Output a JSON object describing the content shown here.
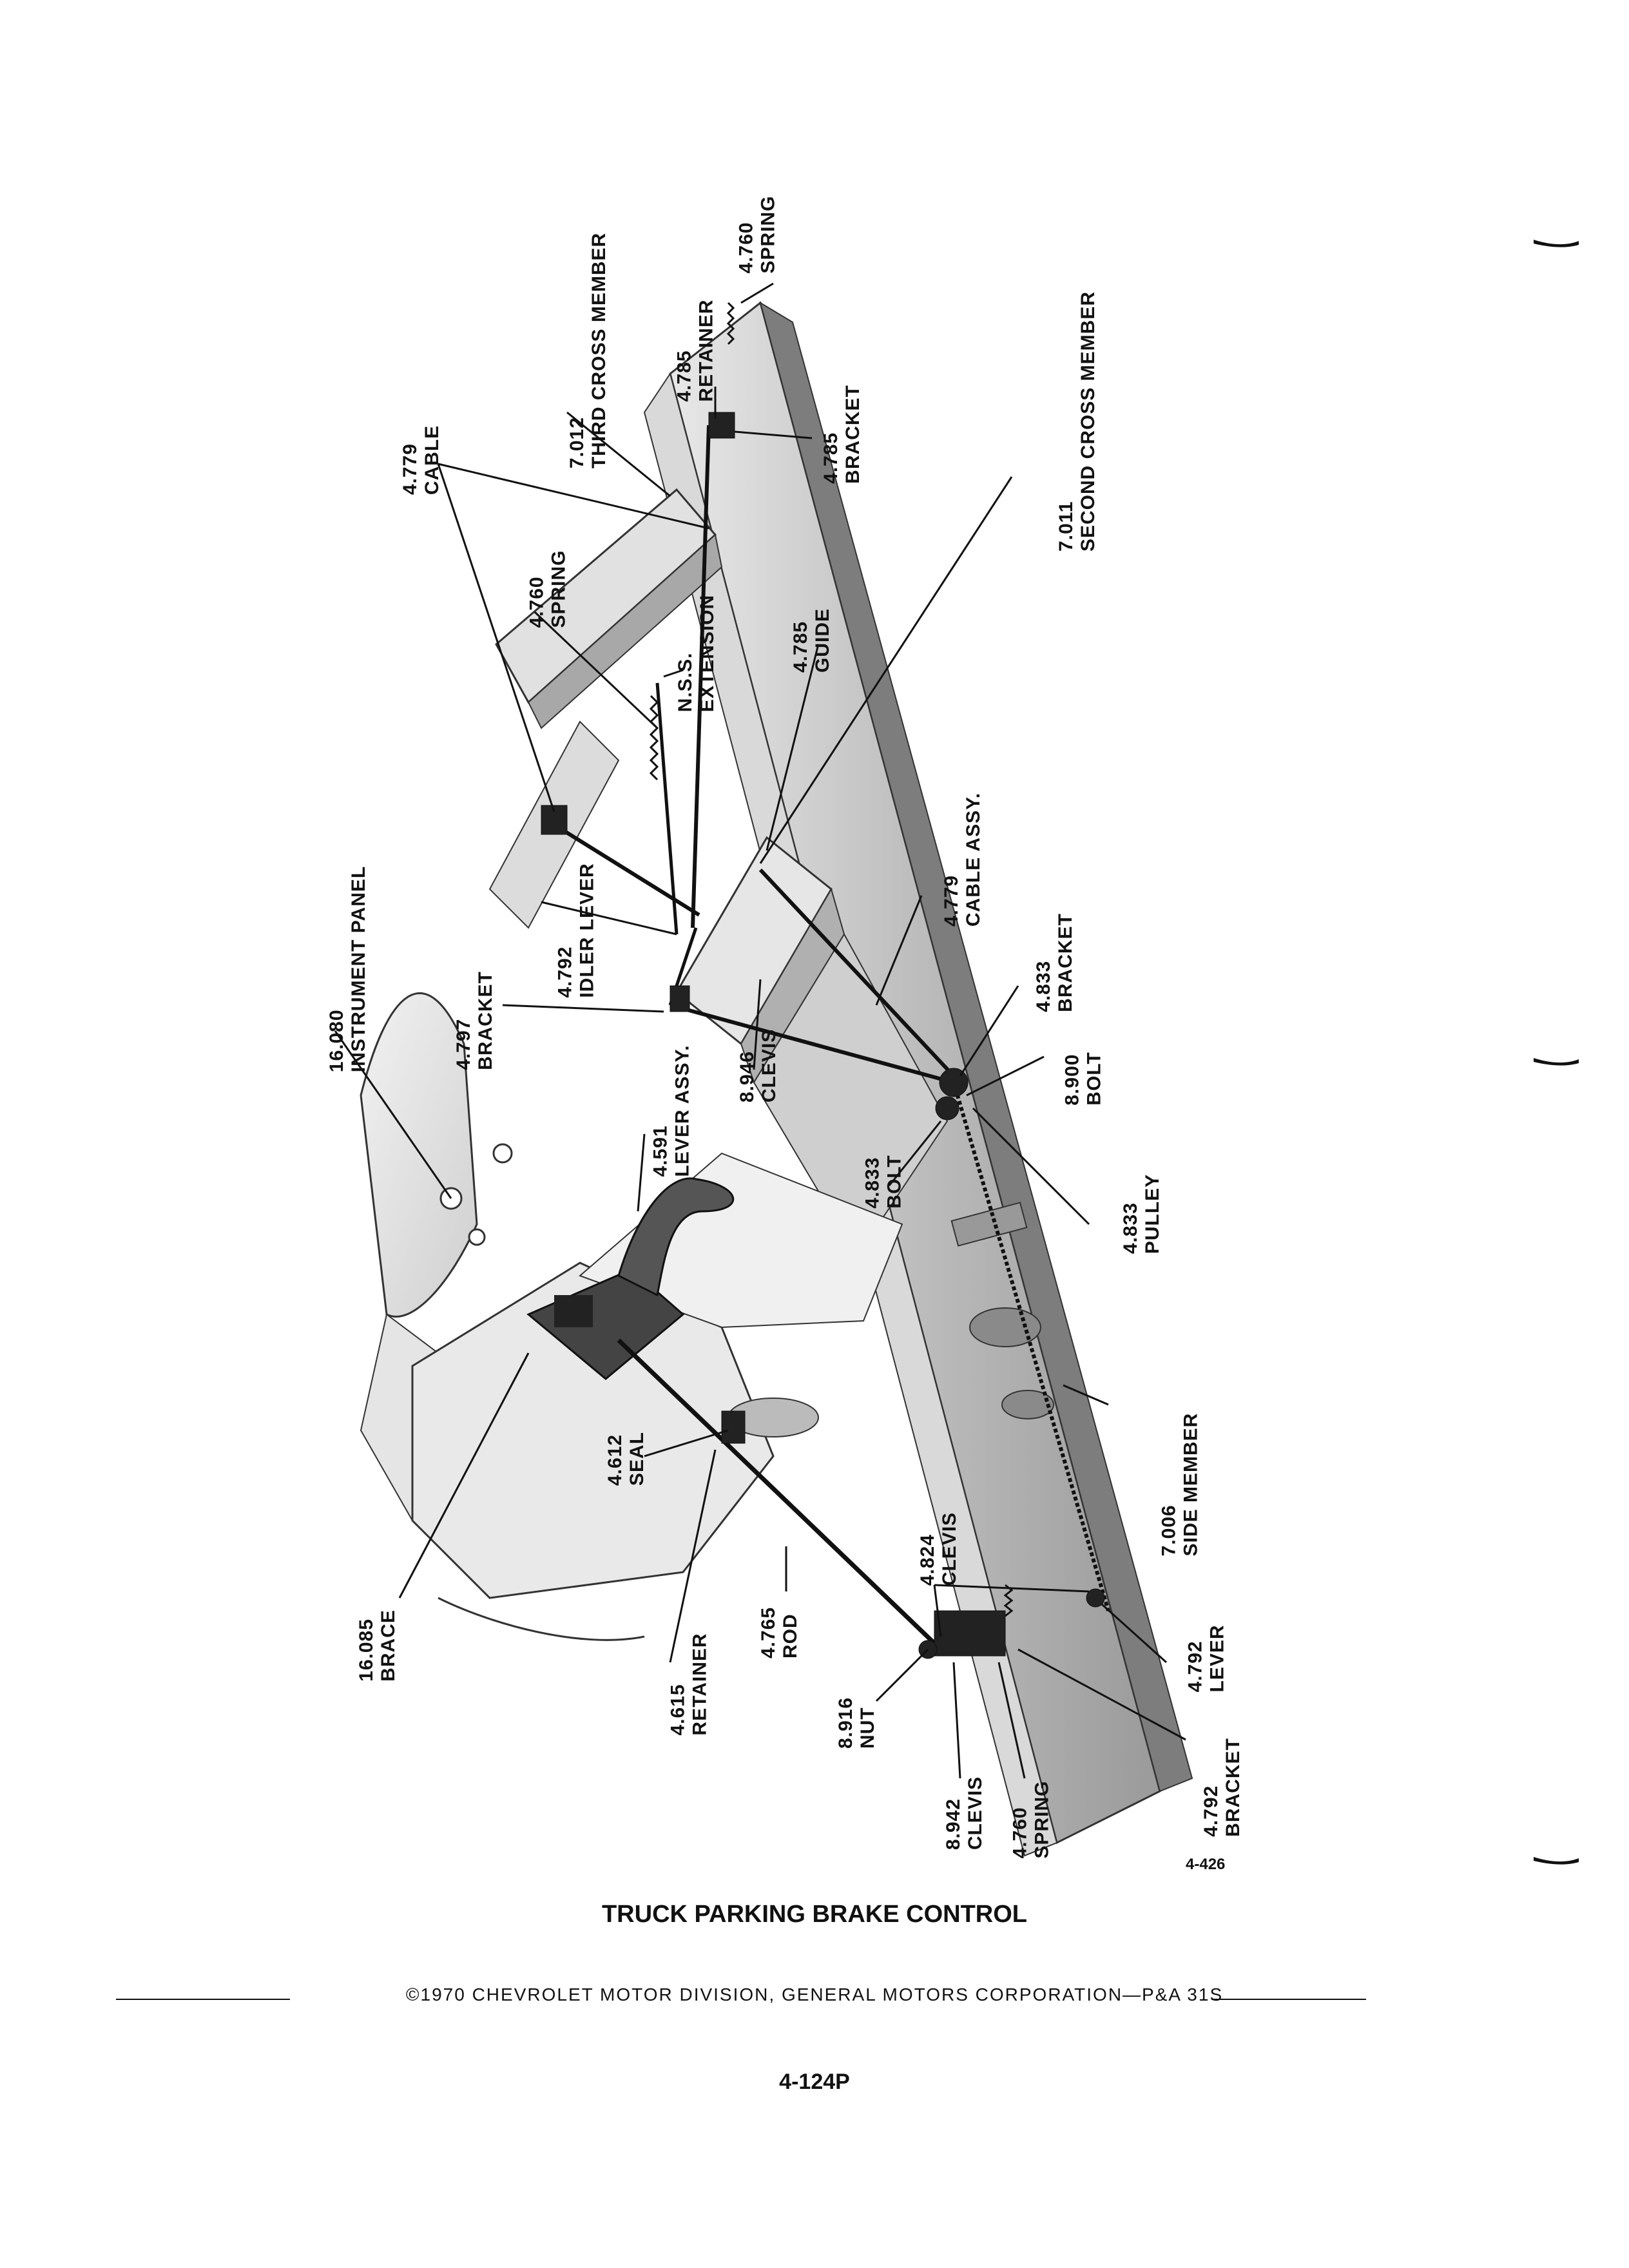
{
  "labels": [
    {
      "num": "4.760",
      "name": "SPRING"
    },
    {
      "num": "7.012",
      "name": "THIRD CROSS MEMBER"
    },
    {
      "num": "4.785",
      "name": "RETAINER"
    },
    {
      "num": "4.785",
      "name": "BRACKET"
    },
    {
      "num": "4.779",
      "name": "CABLE"
    },
    {
      "num": "7.011",
      "name": "SECOND CROSS MEMBER"
    },
    {
      "num": "4.760",
      "name": "SPRING"
    },
    {
      "num": "N.S.S.",
      "name": "EXTENSION"
    },
    {
      "num": "4.785",
      "name": "GUIDE"
    },
    {
      "num": "4.779",
      "name": "CABLE ASSY."
    },
    {
      "num": "16.080",
      "name": "INSTRUMENT PANEL"
    },
    {
      "num": "4.792",
      "name": "IDLER LEVER"
    },
    {
      "num": "4.797",
      "name": "BRACKET"
    },
    {
      "num": "4.833",
      "name": "BRACKET"
    },
    {
      "num": "8.900",
      "name": "BOLT"
    },
    {
      "num": "8.946",
      "name": "CLEVIS"
    },
    {
      "num": "4.591",
      "name": "LEVER ASSY."
    },
    {
      "num": "4.833",
      "name": "BOLT"
    },
    {
      "num": "4.833",
      "name": "PULLEY"
    },
    {
      "num": "7.006",
      "name": "SIDE MEMBER"
    },
    {
      "num": "4.612",
      "name": "SEAL"
    },
    {
      "num": "4.824",
      "name": "CLEVIS"
    },
    {
      "num": "16.085",
      "name": "BRACE"
    },
    {
      "num": "4.615",
      "name": "RETAINER"
    },
    {
      "num": "4.765",
      "name": "ROD"
    },
    {
      "num": "8.916",
      "name": "NUT"
    },
    {
      "num": "4.792",
      "name": "LEVER"
    },
    {
      "num": "8.942",
      "name": "CLEVIS"
    },
    {
      "num": "4.760",
      "name": "SPRING"
    },
    {
      "num": "4.792",
      "name": "BRACKET"
    }
  ],
  "figure_number": "4-426",
  "title": "TRUCK PARKING BRAKE CONTROL",
  "copyright": "©1970 CHEVROLET MOTOR DIVISION, GENERAL MOTORS CORPORATION—P&A 31S",
  "page_number": "4-124P"
}
